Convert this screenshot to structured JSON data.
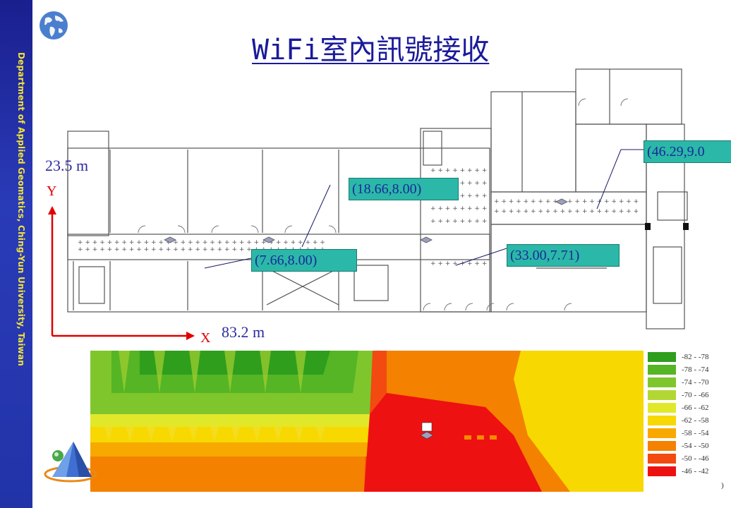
{
  "sidebar": {
    "text": "Department of Applied Geomatics, Ching-Yun University, Taiwan"
  },
  "title": "WiFi室內訊號接收",
  "dimensions": {
    "height_label": "23.5 m",
    "width_label": "83.2 m"
  },
  "axes": {
    "x": "X",
    "y": "Y"
  },
  "access_points": [
    {
      "label": "(18.66,8.00)"
    },
    {
      "label": "(7.66,8.00)"
    },
    {
      "label": "(33.00,7.71)"
    },
    {
      "label": "(46.29,9.0"
    }
  ],
  "legend": {
    "items": [
      {
        "range": "-82 - -78",
        "color": "#2e9e1c"
      },
      {
        "range": "-78 - -74",
        "color": "#55b524"
      },
      {
        "range": "-74 - -70",
        "color": "#7fc62c"
      },
      {
        "range": "-70 - -66",
        "color": "#b2d734"
      },
      {
        "range": "-66 - -62",
        "color": "#e1e82a"
      },
      {
        "range": "-62 - -58",
        "color": "#f7d800"
      },
      {
        "range": "-58 - -54",
        "color": "#f7a900"
      },
      {
        "range": "-54 - -50",
        "color": "#f48100"
      },
      {
        "range": "-50 - -46",
        "color": "#f24a10"
      },
      {
        "range": "-46 - -42",
        "color": "#ee1111"
      }
    ],
    "trailing": ")"
  }
}
